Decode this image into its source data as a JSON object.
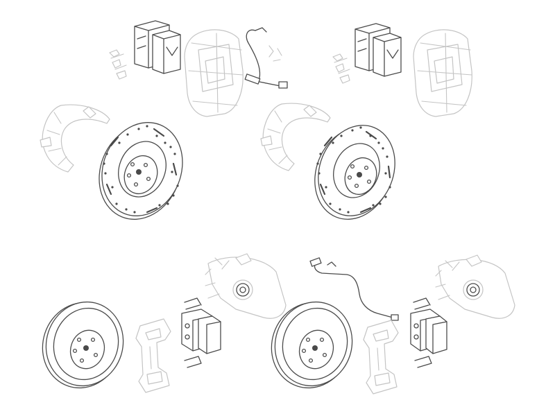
{
  "diagram": {
    "type": "exploded-parts-illustration",
    "assemblies": [
      {
        "position": "top-left",
        "components": [
          "brake-pad-set",
          "pad-clips",
          "brake-caliper",
          "pad-wear-sensor",
          "dust-shield",
          "drilled-slotted-disc"
        ]
      },
      {
        "position": "top-right",
        "components": [
          "brake-pad-set",
          "pad-clips",
          "brake-caliper",
          "dust-shield",
          "drilled-slotted-disc"
        ]
      },
      {
        "position": "bottom-left",
        "components": [
          "plain-brake-disc",
          "caliper-carrier",
          "brake-pad-set",
          "pad-clips",
          "brake-caliper"
        ]
      },
      {
        "position": "bottom-right",
        "components": [
          "plain-brake-disc",
          "caliper-carrier",
          "brake-pad-set",
          "pad-clips",
          "pad-wear-sensor",
          "brake-caliper"
        ]
      }
    ],
    "colors": {
      "highlight_stroke": "#4a4a4a",
      "ghost_stroke": "#c4c4c4",
      "background": "#ffffff"
    }
  }
}
